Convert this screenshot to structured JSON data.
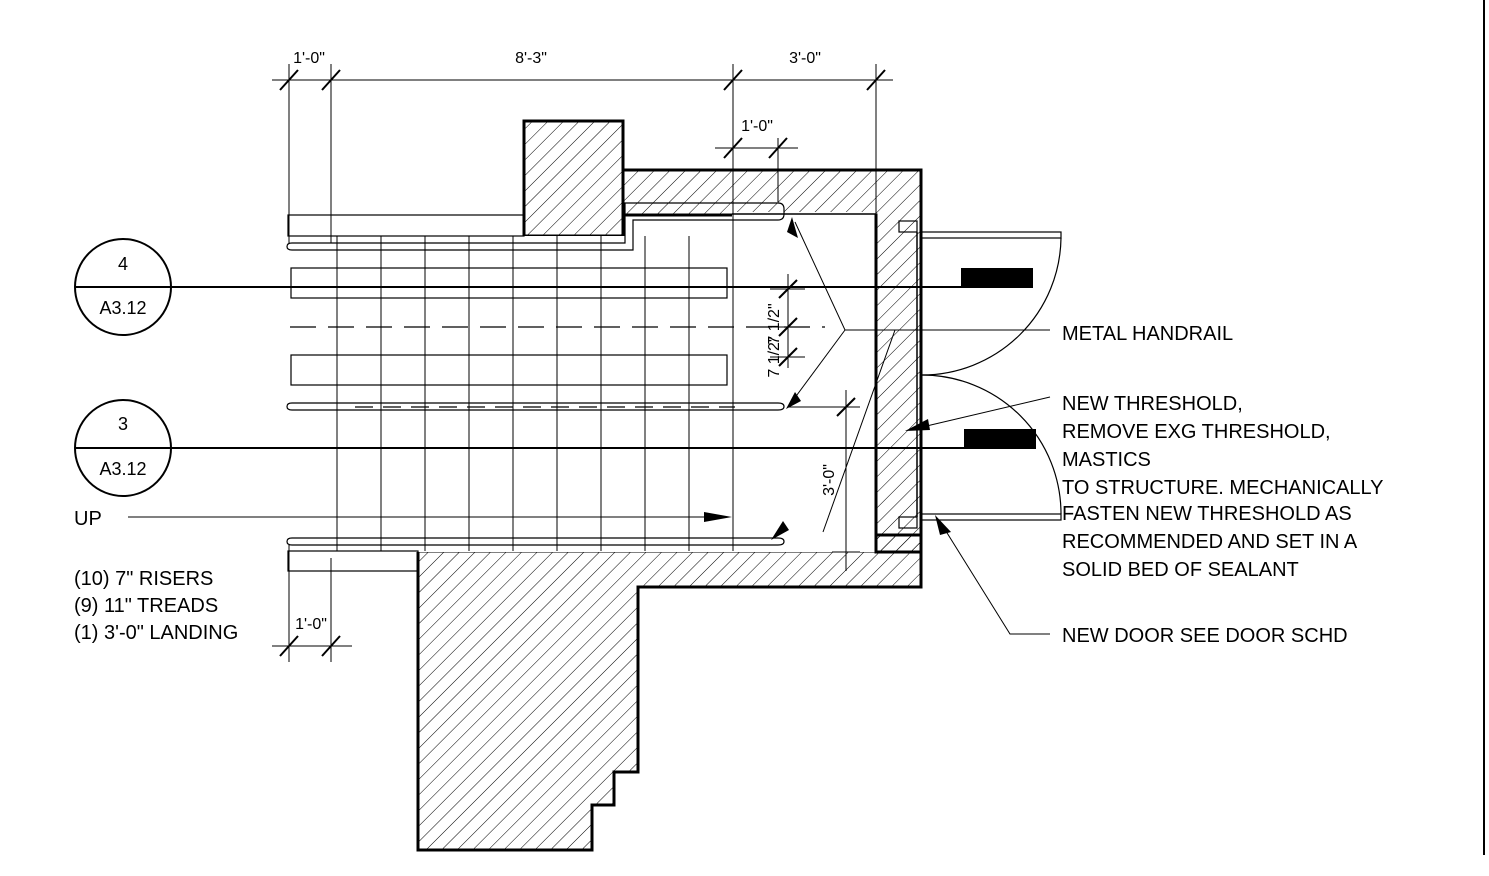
{
  "dimensions": {
    "top_left": "1'-0\"",
    "top_run": "8'-3\"",
    "top_right": "3'-0\"",
    "landing_offset": "1'-0\"",
    "riser_a": "7 1/2\"",
    "riser_b": "7 1/2\"",
    "landing_width": "3'-0\"",
    "bottom_left": "1'-0\""
  },
  "section_markers": [
    {
      "number": "4",
      "sheet": "A3.12"
    },
    {
      "number": "3",
      "sheet": "A3.12"
    }
  ],
  "labels": {
    "up": "UP",
    "stair_notes": [
      "(10) 7\" RISERS",
      "(9) 11\" TREADS",
      "(1) 3'-0\" LANDING"
    ]
  },
  "callouts": {
    "handrail": "METAL HANDRAIL",
    "threshold": [
      "NEW THRESHOLD,",
      "REMOVE EXG THRESHOLD,",
      "MASTICS",
      "TO STRUCTURE. MECHANICALLY",
      "FASTEN NEW THRESHOLD AS",
      "RECOMMENDED AND SET IN A",
      "SOLID BED OF SEALANT"
    ],
    "door": "NEW DOOR SEE DOOR SCHD"
  }
}
